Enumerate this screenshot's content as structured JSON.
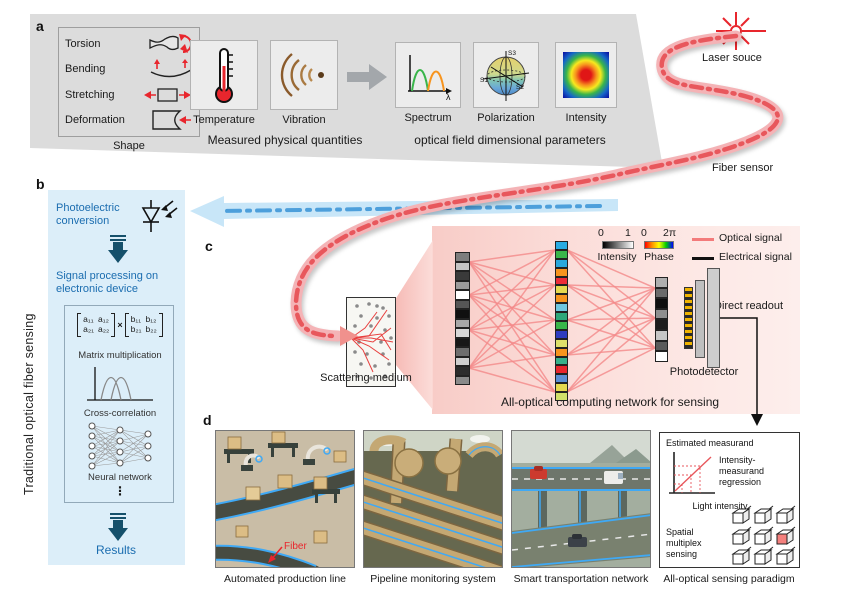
{
  "panel_labels": {
    "a": "a",
    "b": "b",
    "c": "c",
    "d": "d"
  },
  "panel_a": {
    "shape_box": {
      "items": [
        "Torsion",
        "Bending",
        "Stretching",
        "Deformation"
      ],
      "caption": "Shape"
    },
    "measured": {
      "temperature": "Temperature",
      "vibration": "Vibration",
      "caption": "Measured physical quantities"
    },
    "optical_params": {
      "spectrum": "Spectrum",
      "polarization": "Polarization",
      "intensity": "Intensity",
      "caption": "optical field dimensional parameters",
      "lambda": "λ",
      "stokes": [
        "S1",
        "S2",
        "S3"
      ]
    }
  },
  "laser_label": "Laser souce",
  "fiber_label": "Fiber sensor",
  "panel_b": {
    "side_label": "Traditional optical fiber sensing",
    "photoelectric": "Photoelectric conversion",
    "signal_processing": "Signal processing on electronic device",
    "matrix": {
      "a": [
        "a₁₁",
        "a₁₂",
        "a₂₁",
        "a₂₂"
      ],
      "times": "×",
      "b": [
        "b₁₁",
        "b₁₂",
        "b₂₁",
        "b₂₂"
      ],
      "caption": "Matrix multiplication"
    },
    "crosscorr_caption": "Cross-correlation",
    "nn_caption": "Neural network",
    "ellipsis": "⋮",
    "results": "Results"
  },
  "panel_c": {
    "legend": {
      "intensity_min": "0",
      "intensity_max": "1",
      "intensity_label": "Intensity",
      "phase_min": "0",
      "phase_max": "2π",
      "phase_label": "Phase",
      "optical": "Optical signal",
      "electrical": "Electrical signal"
    },
    "scattering_label": "Scattering medium",
    "photodetector_label": "Photodetector",
    "direct_readout": "Direct readout",
    "caption": "All-optical computing network for sensing",
    "input_cells": [
      "#7d7d7d",
      "#c4c4c4",
      "#3a3a3a",
      "#9b9b9b",
      "#ffffff",
      "#565656",
      "#101010",
      "#a8a8a8",
      "#d8d8d8",
      "#181818",
      "#6e6e6e",
      "#cfcfcf",
      "#2c2c2c",
      "#8a8a8a"
    ],
    "phase_cells": [
      "#29abe2",
      "#39b54a",
      "#29a8dc",
      "#f7941e",
      "#ed2c38",
      "#e5d94f",
      "#f7941e",
      "#6fc7e0",
      "#2fa87a",
      "#39b54a",
      "#2e3cc0",
      "#dde06a",
      "#f7941e",
      "#37b08a",
      "#e8262d",
      "#5b8fd4",
      "#e5d94f",
      "#cfe06a"
    ],
    "output_cells": [
      "#aeaeae",
      "#6b6b6b",
      "#0f0f0f",
      "#8f8f8f",
      "#1c1c1c",
      "#c6c6c6",
      "#5a5a5a",
      "#ffffff"
    ]
  },
  "panel_d": {
    "scenes": [
      {
        "label": "Automated production line",
        "annotation": "Fiber"
      },
      {
        "label": "Pipeline monitoring system"
      },
      {
        "label": "Smart transportation network"
      }
    ],
    "paradigm": {
      "box_label": "All-optical sensing paradigm",
      "ylabel": "Estimated measurand",
      "xlabel": "Light intensity",
      "regression": "Intensity-measurand regression",
      "spatial": "Spatial multiplex sensing",
      "cube_grid": {
        "rows": 3,
        "cols": 3,
        "highlight_index": 5,
        "highlight_color": "#f4807d"
      }
    }
  },
  "colors": {
    "accent_red": "#e8262d",
    "fiber_pink": "#f4b3b6",
    "optical_signal": "#f37b7b",
    "electrical_signal": "#111111",
    "blue_text": "#1b6db0",
    "panel_b_bg": "#dceef9"
  }
}
